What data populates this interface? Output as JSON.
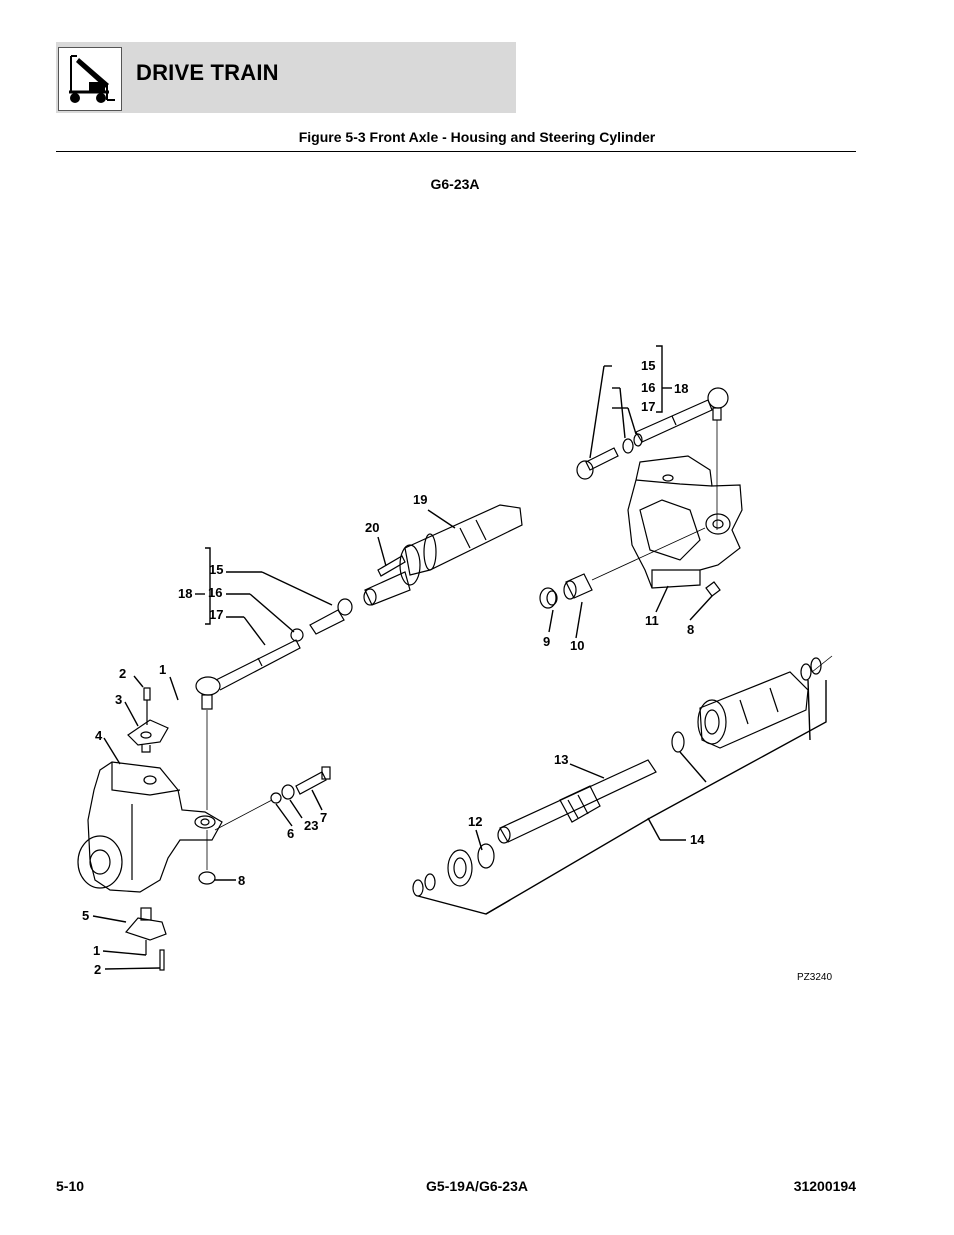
{
  "header": {
    "section_title": "DRIVE TRAIN",
    "logo_icon": "forklift-logo-icon"
  },
  "figure": {
    "title": "Figure 5-3 Front Axle - Housing and Steering Cylinder",
    "model": "G6-23A",
    "drawing_number": "PZ3240"
  },
  "callouts": {
    "c1a": "1",
    "c2a": "2",
    "c3": "3",
    "c4": "4",
    "c5": "5",
    "c1b": "1",
    "c2b": "2",
    "c6": "6",
    "c23": "23",
    "c7": "7",
    "c8a": "8",
    "c15a": "15",
    "c16a": "16",
    "c17a": "17",
    "c18a": "18",
    "c20": "20",
    "c19": "19",
    "c15b": "15",
    "c16b": "16",
    "c17b": "17",
    "c18b": "18",
    "c9": "9",
    "c10": "10",
    "c11": "11",
    "c8b": "8",
    "c13": "13",
    "c12": "12",
    "c14": "14"
  },
  "footer": {
    "page": "5-10",
    "models": "G5-19A/G6-23A",
    "doc_number": "31200194"
  }
}
